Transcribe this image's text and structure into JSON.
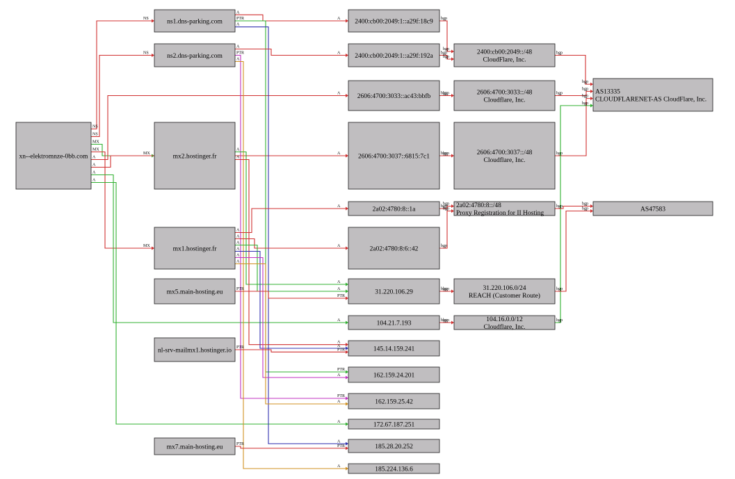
{
  "nodes": {
    "domain": [
      "xn--elektromnze-0bb.com"
    ],
    "ns1": [
      "ns1.dns-parking.com"
    ],
    "ns2": [
      "ns2.dns-parking.com"
    ],
    "mx2": [
      "mx2.hostinger.fr"
    ],
    "mx1": [
      "mx1.hostinger.fr"
    ],
    "mx5": [
      "mx5.main-hosting.eu"
    ],
    "nlsrv": [
      "nl-srv-mailmx1.hostinger.io"
    ],
    "mx7": [
      "mx7.main-hosting.eu"
    ],
    "ip6a": [
      "2400:cb00:2049:1::a29f:18c9"
    ],
    "ip6b": [
      "2400:cb00:2049:1::a29f:192a"
    ],
    "ip6c": [
      "2606:4700:3033::ac43:bbfb"
    ],
    "ip6d": [
      "2606:4700:3037::6815:7c1"
    ],
    "ip6e": [
      "2a02:4780:8::1a"
    ],
    "ip6f": [
      "2a02:4780:8:6::42"
    ],
    "ip4a": [
      "31.220.106.29"
    ],
    "ip4b": [
      "104.21.7.193"
    ],
    "ip4c": [
      "145.14.159.241"
    ],
    "ip4d": [
      "162.159.24.201"
    ],
    "ip4e": [
      "162.159.25.42"
    ],
    "ip4f": [
      "172.67.187.251"
    ],
    "ip4g": [
      "185.28.20.252"
    ],
    "ip4h": [
      "185.224.136.6"
    ],
    "net1": [
      "2400:cb00:2049::/48",
      "CloudFlare, Inc."
    ],
    "net2": [
      "2606:4700:3033::/48",
      "Cloudflare, Inc."
    ],
    "net3": [
      "2606:4700:3037::/48",
      "Cloudflare, Inc."
    ],
    "net4": [
      "2a02:4780:8::/48",
      "Proxy Registration for II Hosting"
    ],
    "net5": [
      "31.220.106.0/24",
      "REACH (Customer Route)"
    ],
    "net6": [
      "104.16.0.0/12",
      "Cloudflare, Inc."
    ],
    "as1": [
      "AS13335",
      "CLOUDFLARENET-AS CloudFlare, Inc."
    ],
    "as2": [
      "AS47583"
    ]
  },
  "edges": [
    {
      "from": "domain",
      "to": "ns1",
      "label": "NS",
      "color": "#d03030"
    },
    {
      "from": "domain",
      "to": "ns2",
      "label": "NS",
      "color": "#d03030"
    },
    {
      "from": "domain",
      "to": "mx2",
      "label": "MX",
      "color": "#30b030"
    },
    {
      "from": "domain",
      "to": "mx1",
      "label": "MX",
      "color": "#d03030"
    },
    {
      "from": "domain",
      "to": "ip6c",
      "label": "A",
      "color": "#d03030"
    },
    {
      "from": "domain",
      "to": "ip6d",
      "label": "A",
      "color": "#d03030"
    },
    {
      "from": "domain",
      "to": "ip4b",
      "label": "A",
      "color": "#30b030"
    },
    {
      "from": "domain",
      "to": "ip4f",
      "label": "A",
      "color": "#30b030"
    },
    {
      "from": "ns1",
      "to": "ip6a",
      "label": "A",
      "color": "#d03030"
    },
    {
      "from": "ns1",
      "to": "ip4d",
      "label": "PTR",
      "color": "#30b030"
    },
    {
      "from": "ns1",
      "to": "ip4g",
      "label": "A",
      "color": "#3030b0"
    },
    {
      "from": "ns2",
      "to": "ip6b",
      "label": "A",
      "color": "#d03030"
    },
    {
      "from": "ns2",
      "to": "ip4e",
      "label": "PTR",
      "color": "#c030c0"
    },
    {
      "from": "ns2",
      "to": "ip4h",
      "label": "A",
      "color": "#d09020"
    },
    {
      "from": "mx2",
      "to": "ip4a",
      "label": "A",
      "color": "#30b030"
    },
    {
      "from": "mx2",
      "to": "ip4c",
      "label": "A",
      "color": "#d03030"
    },
    {
      "from": "mx1",
      "to": "ip6e",
      "label": "A",
      "color": "#d03030"
    },
    {
      "from": "mx1",
      "to": "ip6f",
      "label": "A",
      "color": "#d03030"
    },
    {
      "from": "mx1",
      "to": "ip4a",
      "label": "A",
      "color": "#30b030"
    },
    {
      "from": "mx1",
      "to": "ip4c",
      "label": "A",
      "color": "#3030b0"
    },
    {
      "from": "mx1",
      "to": "ip4d",
      "label": "A",
      "color": "#c030c0"
    },
    {
      "from": "mx1",
      "to": "ip4e",
      "label": "A",
      "color": "#d09020"
    },
    {
      "from": "mx5",
      "to": "ip4a",
      "label": "PTR",
      "color": "#d03030"
    },
    {
      "from": "nlsrv",
      "to": "ip4c",
      "label": "PTR",
      "color": "#d03030"
    },
    {
      "from": "mx7",
      "to": "ip4g",
      "label": "PTR",
      "color": "#d03030"
    },
    {
      "from": "ip6a",
      "to": "net1",
      "label": "bgp",
      "color": "#d03030"
    },
    {
      "from": "ip6b",
      "to": "net1",
      "label": "bgp",
      "color": "#d03030"
    },
    {
      "from": "ip6c",
      "to": "net2",
      "label": "bgp",
      "color": "#d03030"
    },
    {
      "from": "ip6d",
      "to": "net3",
      "label": "bgp",
      "color": "#d03030"
    },
    {
      "from": "ip6e",
      "to": "net4",
      "label": "bgp",
      "color": "#d03030"
    },
    {
      "from": "ip6f",
      "to": "net4",
      "label": "bgp",
      "color": "#d03030"
    },
    {
      "from": "ip4a",
      "to": "net5",
      "label": "bgp",
      "color": "#d03030"
    },
    {
      "from": "ip4b",
      "to": "net6",
      "label": "bgp",
      "color": "#d03030"
    },
    {
      "from": "net1",
      "to": "as1",
      "label": "bgp",
      "color": "#d03030"
    },
    {
      "from": "net2",
      "to": "as1",
      "label": "bgp",
      "color": "#d03030"
    },
    {
      "from": "net3",
      "to": "as1",
      "label": "bgp",
      "color": "#d03030"
    },
    {
      "from": "net6",
      "to": "as1",
      "label": "bgp",
      "color": "#30b030"
    },
    {
      "from": "net4",
      "to": "as2",
      "label": "bgp",
      "color": "#d03030"
    },
    {
      "from": "net5",
      "to": "as2",
      "label": "bgp",
      "color": "#d03030"
    }
  ]
}
